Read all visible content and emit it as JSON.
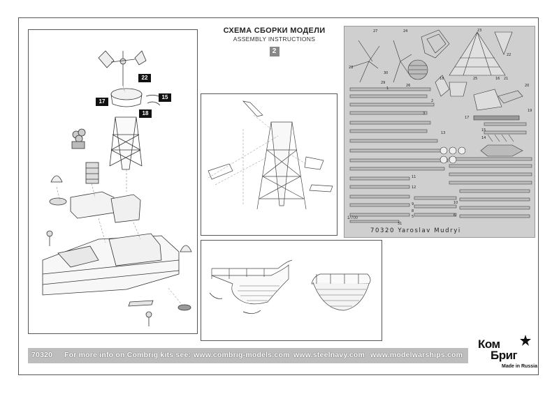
{
  "header": {
    "title_ru": "СХЕМА СБОРКИ МОДЕЛИ",
    "title_en": "ASSEMBLY INSTRUCTIONS",
    "page_number": "2"
  },
  "callouts": [
    "22",
    "15",
    "17",
    "18"
  ],
  "pe_sheet": {
    "scale": "1/700",
    "name": "70320 Yaroslav Mudryi",
    "part_numbers": [
      "27",
      "24",
      "23",
      "22",
      "28",
      "30",
      "29",
      "1",
      "26",
      "25",
      "18",
      "16",
      "21",
      "20",
      "2",
      "19",
      "3",
      "17",
      "13",
      "15",
      "14",
      "11",
      "12",
      "9",
      "10",
      "8",
      "6",
      "5",
      "31"
    ]
  },
  "footer": {
    "kit_number": "70320",
    "info_text": "For more info on Combrig kits see:",
    "links": [
      "www.combrig-models.com",
      "www.steelnavy.com",
      "www.modelwarships.com"
    ]
  },
  "brand": {
    "logo_top": "Ком",
    "logo_bottom": "Бриг",
    "made_in": "Made in Russia"
  }
}
